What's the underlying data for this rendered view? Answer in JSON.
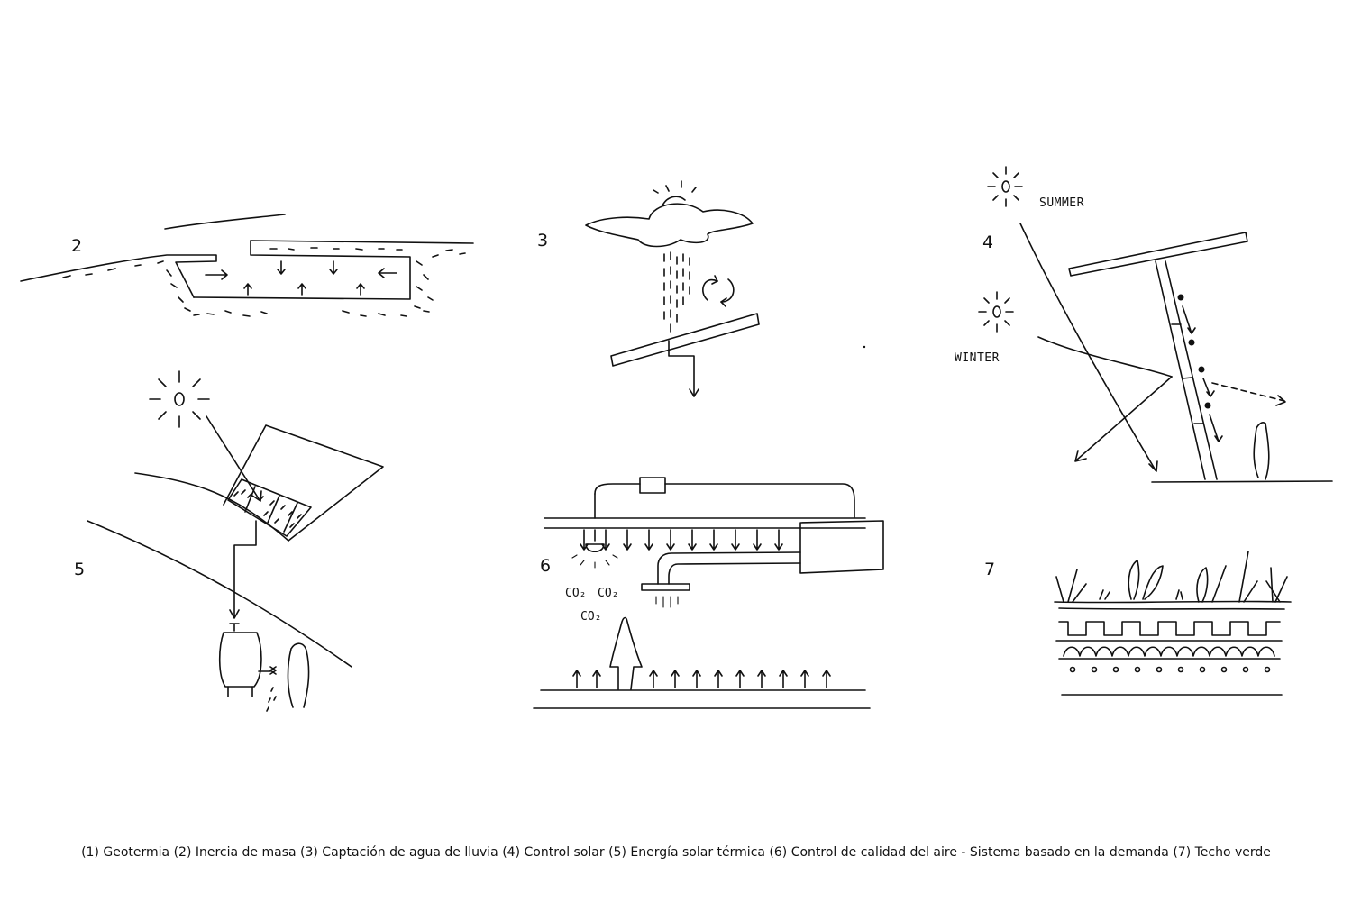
{
  "diagram_numbers": {
    "d2": "2",
    "d3": "3",
    "d4": "4",
    "d5": "5",
    "d6": "6",
    "d7": "7"
  },
  "sketch_labels": {
    "summer": "SUMMER",
    "winter": "WINTER",
    "co2_a": "CO₂",
    "co2_b": "CO₂",
    "co2_c": "CO₂"
  },
  "caption": "(1) Geotermia (2) Inercia de masa (3) Captación de agua de lluvia (4) Control solar (5) Energía solar térmica (6) Control de calidad del aire - Sistema basado en la demanda (7) Techo verde"
}
